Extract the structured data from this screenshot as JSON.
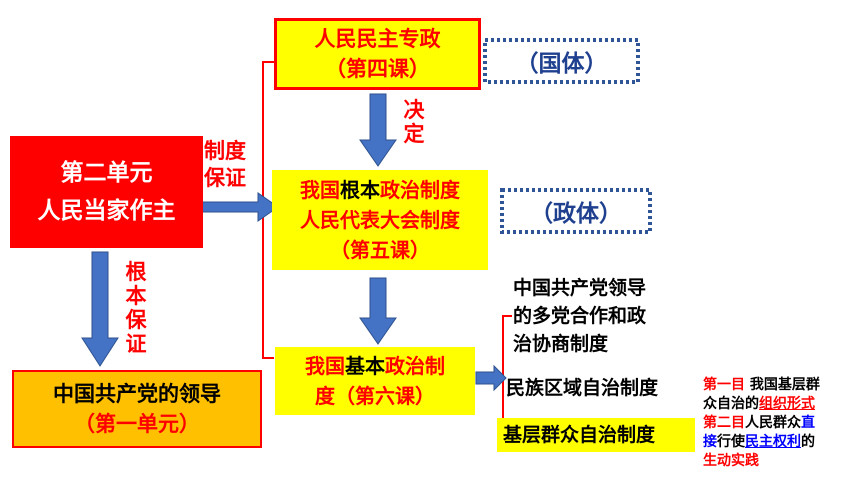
{
  "main_unit": {
    "line1": "第二单元",
    "line2": "人民当家作主"
  },
  "label_institution_guarantee": [
    "制度",
    "保证"
  ],
  "label_fundamental_guarantee": [
    "根",
    "本",
    "保",
    "证"
  ],
  "label_determines": [
    "决",
    "定"
  ],
  "leadership": {
    "line1": "中国共产党的领导",
    "line2": "（第一单元）"
  },
  "dictatorship": {
    "line1": "人民民主专政",
    "line2": "（第四课）"
  },
  "state_system": "（国体）",
  "fundamental_system": {
    "prefix": "我国",
    "highlight": "根本",
    "suffix": "政治制度",
    "line2": "人民代表大会制度",
    "line3": "（第五课）"
  },
  "form_of_government": "（政体）",
  "basic_system": {
    "prefix": "我国",
    "highlight": "基本",
    "suffix": "政治制",
    "line2": "度（第六课）"
  },
  "basic_items": {
    "item1": [
      "中国共产党领导",
      "的多党合作和政",
      "治协商制度"
    ],
    "item2": "民族区域自治制度",
    "item3": "基层群众自治制度"
  },
  "notes": {
    "line1_red": "第一目",
    "line1_black": " 我国基层群",
    "line2_black": "众自治的",
    "line2_red": "组织形式",
    "line3_red": "第二目",
    "line3_black": "人民群众",
    "line3_blue": "直",
    "line4_blue": "接",
    "line4_black": "行使",
    "line4_blue2": "民主权利",
    "line4_black2": "的",
    "line5_red": "生动实践"
  }
}
